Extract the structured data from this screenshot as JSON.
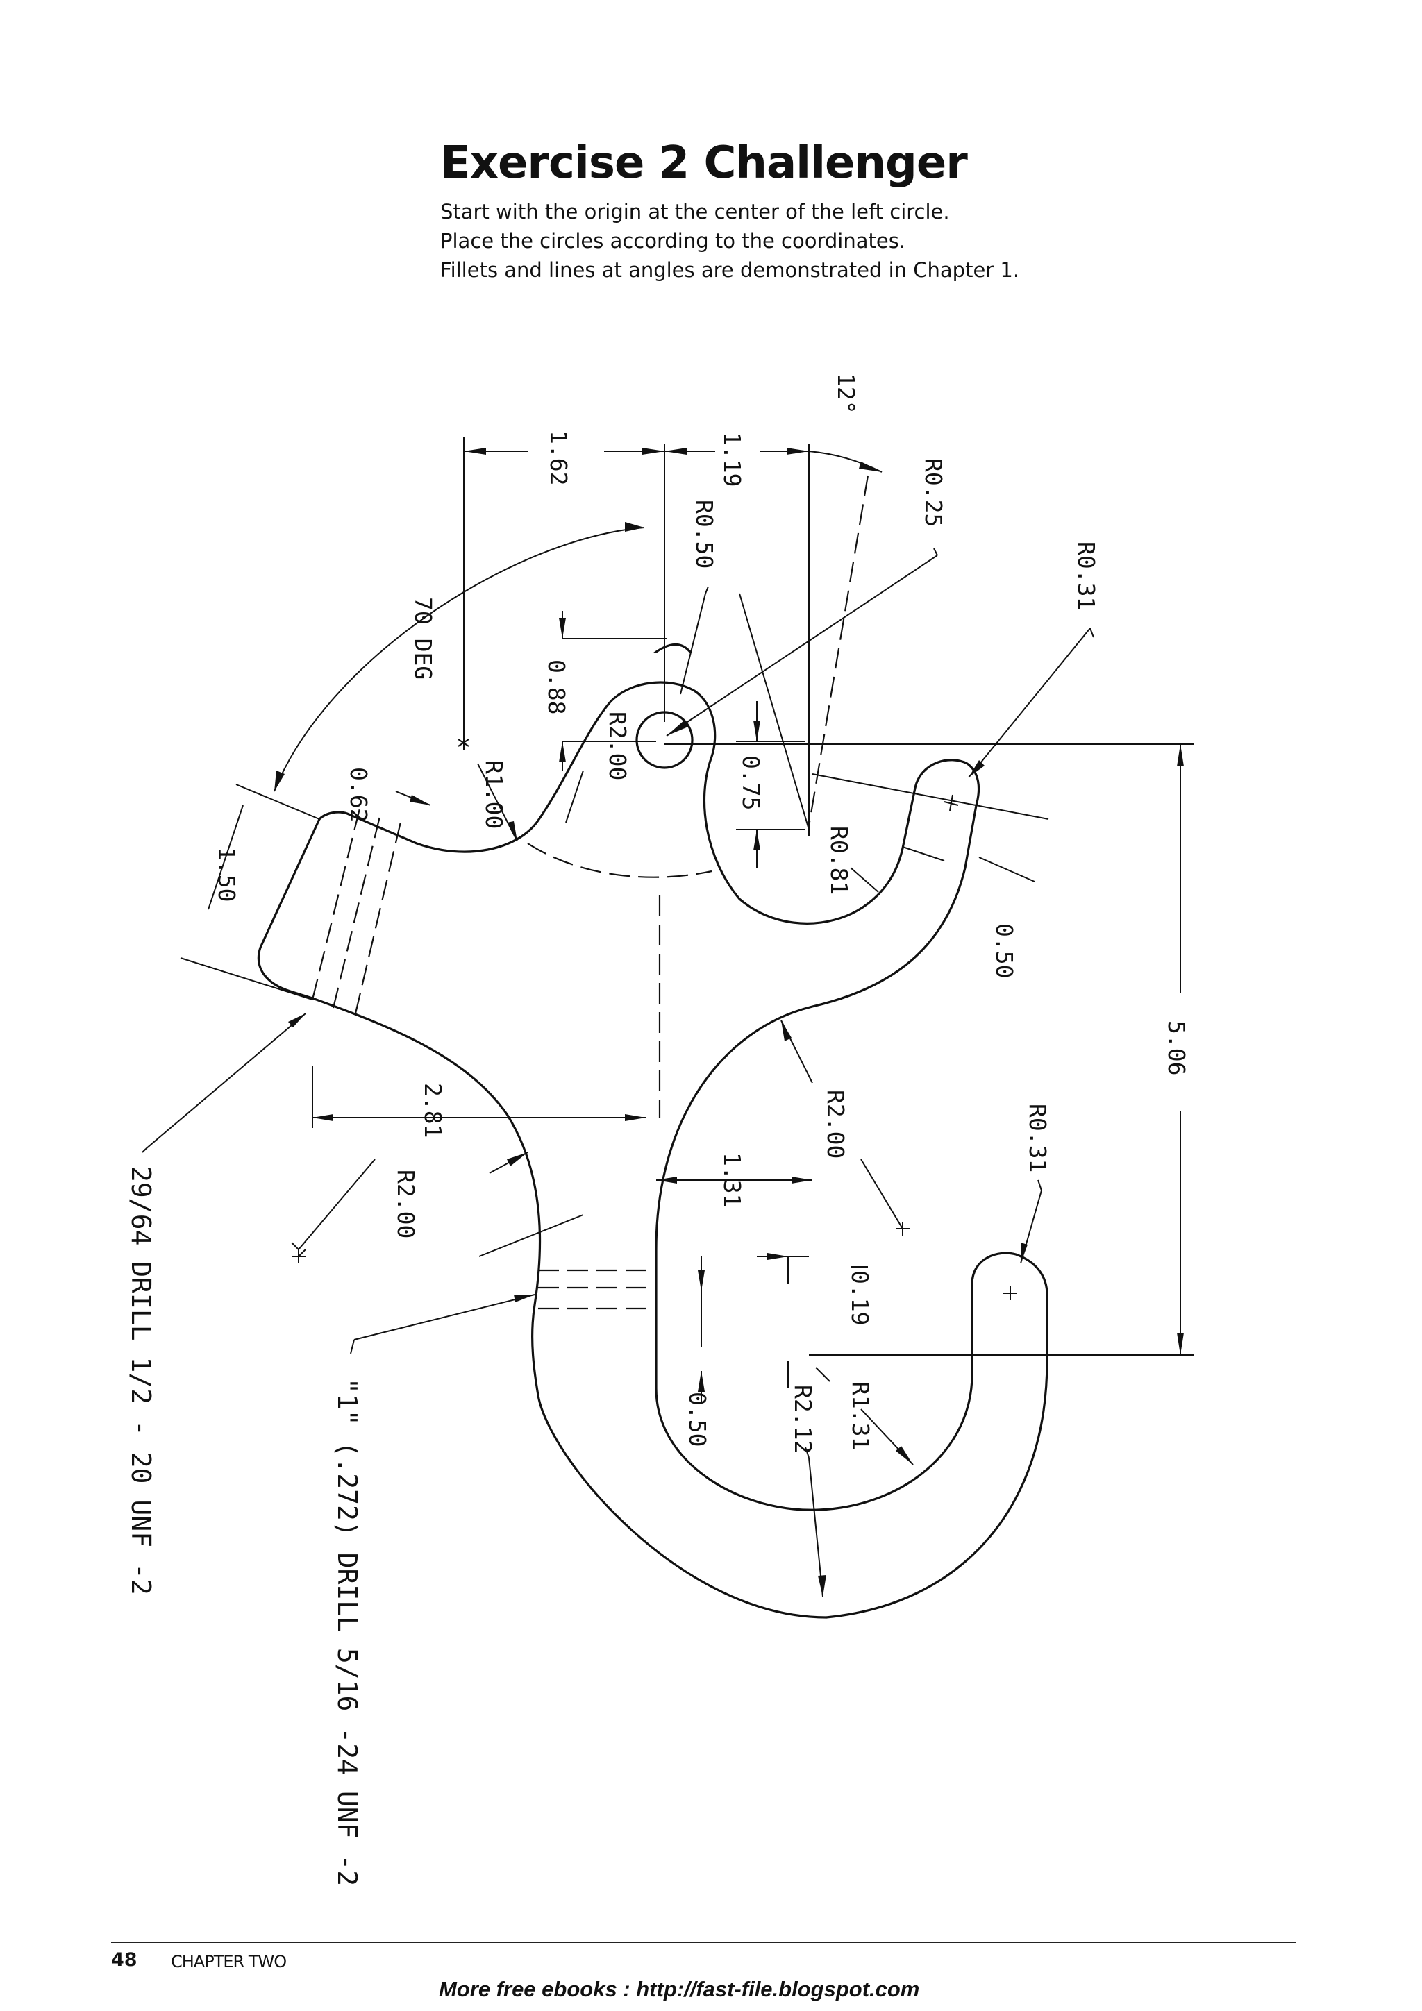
{
  "page": {
    "title": "Exercise 2 Challenger",
    "instructions": [
      "Start with the origin at the center of the left circle.",
      "Place the circles according to the coordinates.",
      "Fillets and lines at angles are demonstrated in Chapter 1."
    ],
    "footer": {
      "page_number": "48",
      "chapter": "CHAPTER TWO",
      "promo": "More free ebooks  :  http://fast-file.blogspot.com"
    }
  },
  "drawing": {
    "dimensions": {
      "d_1_62": "1.62",
      "d_1_19": "1.19",
      "d_12deg": "12°",
      "d_r025": "R0.25",
      "d_r031_top": "R0.31",
      "d_r050": "R0.50",
      "d_70deg": "70 DEG",
      "d_0_88": "0.88",
      "d_r200_top": "R2.00",
      "d_r100": "R1.00",
      "d_0_62": "0.62",
      "d_1_50": "1.50",
      "d_0_75": "0.75",
      "d_r081": "R0.81",
      "d_0_50_right": "0.50",
      "d_5_06": "5.06",
      "d_r200_mid": "R2.00",
      "d_r031_bottom": "R0.31",
      "d_2_81": "2.81",
      "d_r200_left": "R2.00",
      "d_1_31": "1.31",
      "d_0_19": "0.19",
      "d_0_50_bottom": "0.50",
      "d_r212": "R2.12",
      "d_r131": "R1.31"
    },
    "notes": {
      "drill_left": "29/64  DRILL  1/2  -  20  UNF  -2",
      "drill_right": "\"1\"  (.272)  DRILL  5/16  -24  UNF  -2"
    }
  }
}
